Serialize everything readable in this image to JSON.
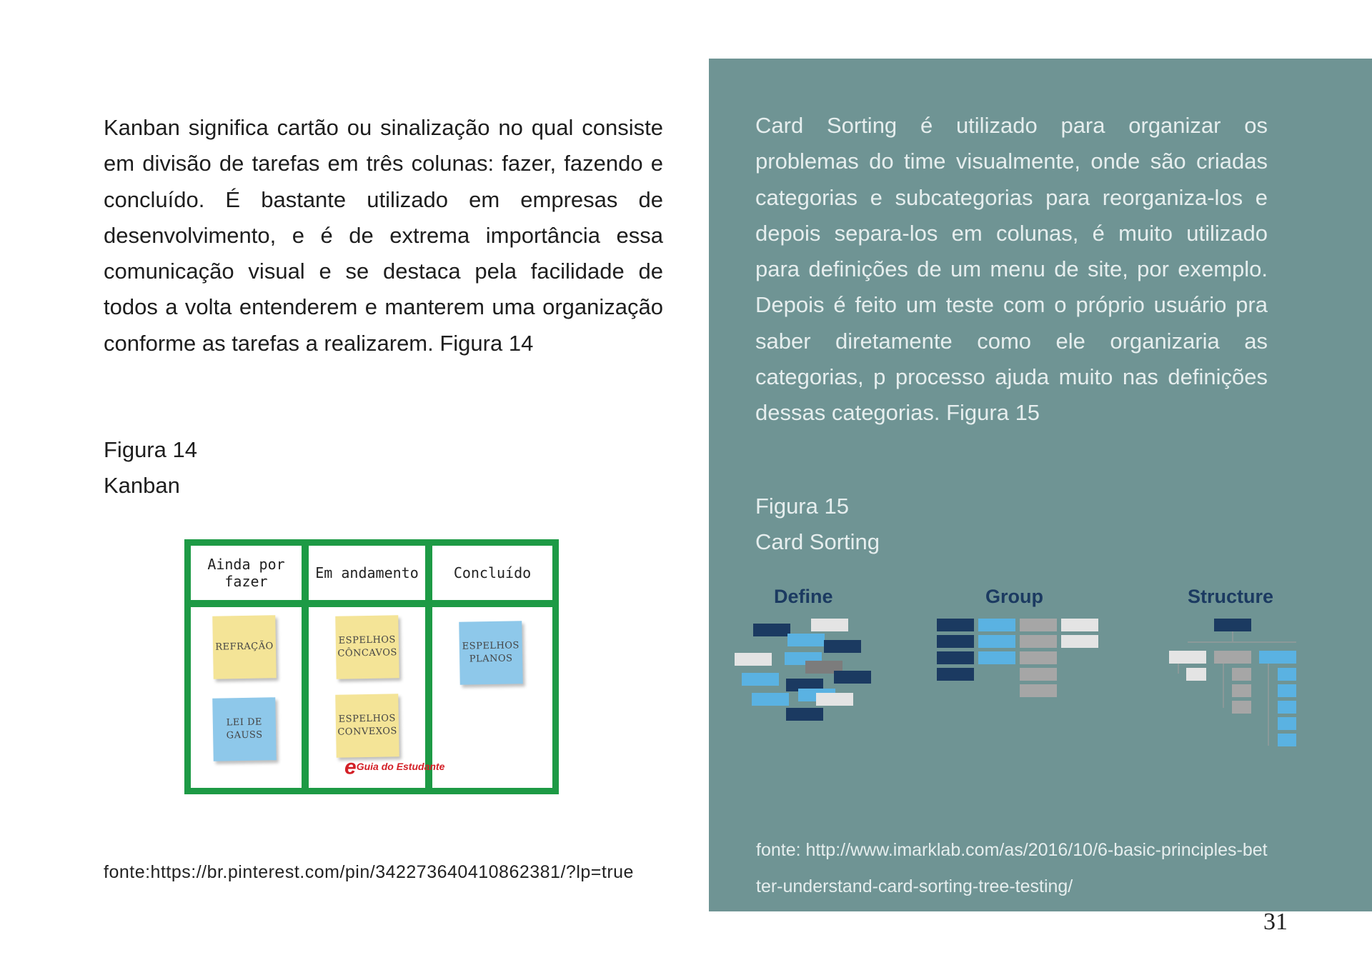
{
  "left": {
    "paragraph": "Kanban significa cartão ou sinalização no qual consiste em divisão de tarefas em três colunas: fazer, fazendo e concluído. É bastante utilizado em empresas de desenvolvimento, e é de extrema importância essa comunicação visual e se destaca pela facilidade de todos a volta entenderem e manterem uma organização conforme as tarefas a realizarem. Figura 14",
    "figure_label": "Figura 14",
    "figure_title": "Kanban",
    "source": "fonte:https://br.pinterest.com/pin/342273640410862381/?lp=true"
  },
  "kanban": {
    "columns": [
      "Ainda por fazer",
      "Em andamento",
      "Concluído"
    ],
    "notes": {
      "refracao": "Refração",
      "lei_gauss": "Lei de Gauss",
      "espelhos_concavos": "Espelhos côncavos",
      "espelhos_convexos": "Espelhos convexos",
      "espelhos_planos": "Espelhos planos"
    },
    "logo_letter": "e",
    "logo_text": "Guia do Estudante",
    "colors": {
      "frame": "#1d9a45",
      "yellow_note": "#f4e497",
      "blue_note": "#8ec8ea"
    }
  },
  "right": {
    "paragraph": "Card Sorting é utilizado para organizar os problemas do time visualmente, onde são criadas categorias e subcategorias para reorganiza-los e depois separa-los em colunas, é muito utilizado para definições de um menu de site, por exemplo. Depois é feito um teste com o próprio usuário pra saber diretamente como ele organizaria as categorias, p processo ajuda muito nas definições dessas categorias. Figura 15",
    "figure_label": "Figura 15",
    "figure_title": "Card Sorting",
    "source": "fonte: http://www.imarklab.com/as/2016/10/6-basic-principles-better-understand-card-sorting-tree-testing/",
    "panel_color": "#6f9494"
  },
  "card_sorting": {
    "define": "Define",
    "group": "Group",
    "structure": "Structure",
    "colors": {
      "dark": "#1b3a61",
      "light_blue": "#5ab2e2",
      "gray": "#a6a6a6",
      "white": "#e4e4e4"
    }
  },
  "page_number": "31"
}
